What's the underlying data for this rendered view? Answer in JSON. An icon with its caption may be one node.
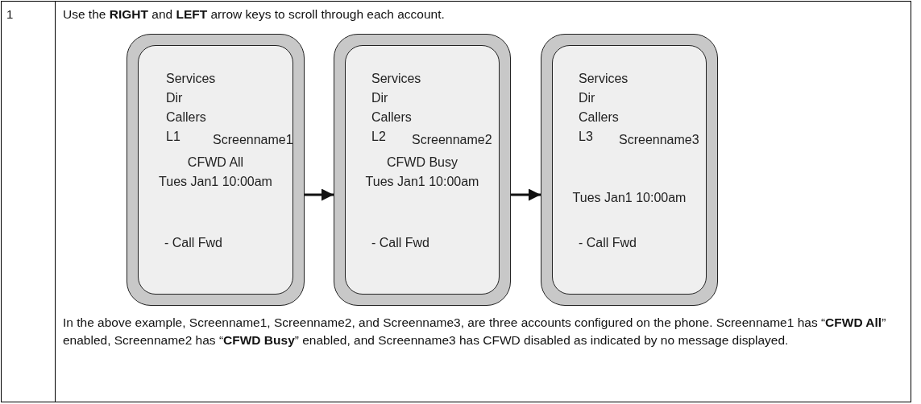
{
  "diagram": {
    "nodes": [
      {
        "text": [
          "Services",
          "Dir",
          "Callers",
          "L1",
          "Screenname1",
          "CFWD All",
          "Tues Jan1 10:00am",
          "- Call Fwd"
        ]
      },
      {
        "text": [
          "Services",
          "Dir",
          "Callers",
          "L2",
          "Screenname2",
          "CFWD Busy",
          "Tues Jan1 10:00am",
          "- Call Fwd"
        ]
      },
      {
        "text": [
          "Services",
          "Dir",
          "Callers",
          "L3",
          "Screenname3",
          "Tues Jan1 10:00am",
          "- Call Fwd"
        ]
      }
    ],
    "edges": [
      {
        "from": 0,
        "to": 1,
        "arrow": "to"
      },
      {
        "from": 1,
        "to": 2,
        "arrow": "to"
      }
    ],
    "labels": [
      "1",
      "Use the **RIGHT** and **LEFT** arrow keys to scroll through each account.",
      "In the above example, Screenname1, Screenname2, and Screenname3, are three accounts configured on the phone. Screenname1 has “**CFWD All**” enabled, Screenname2 has “**CFWD Busy**” enabled, and Screenname3 has CFWD disabled as indicated by no message displayed."
    ]
  }
}
